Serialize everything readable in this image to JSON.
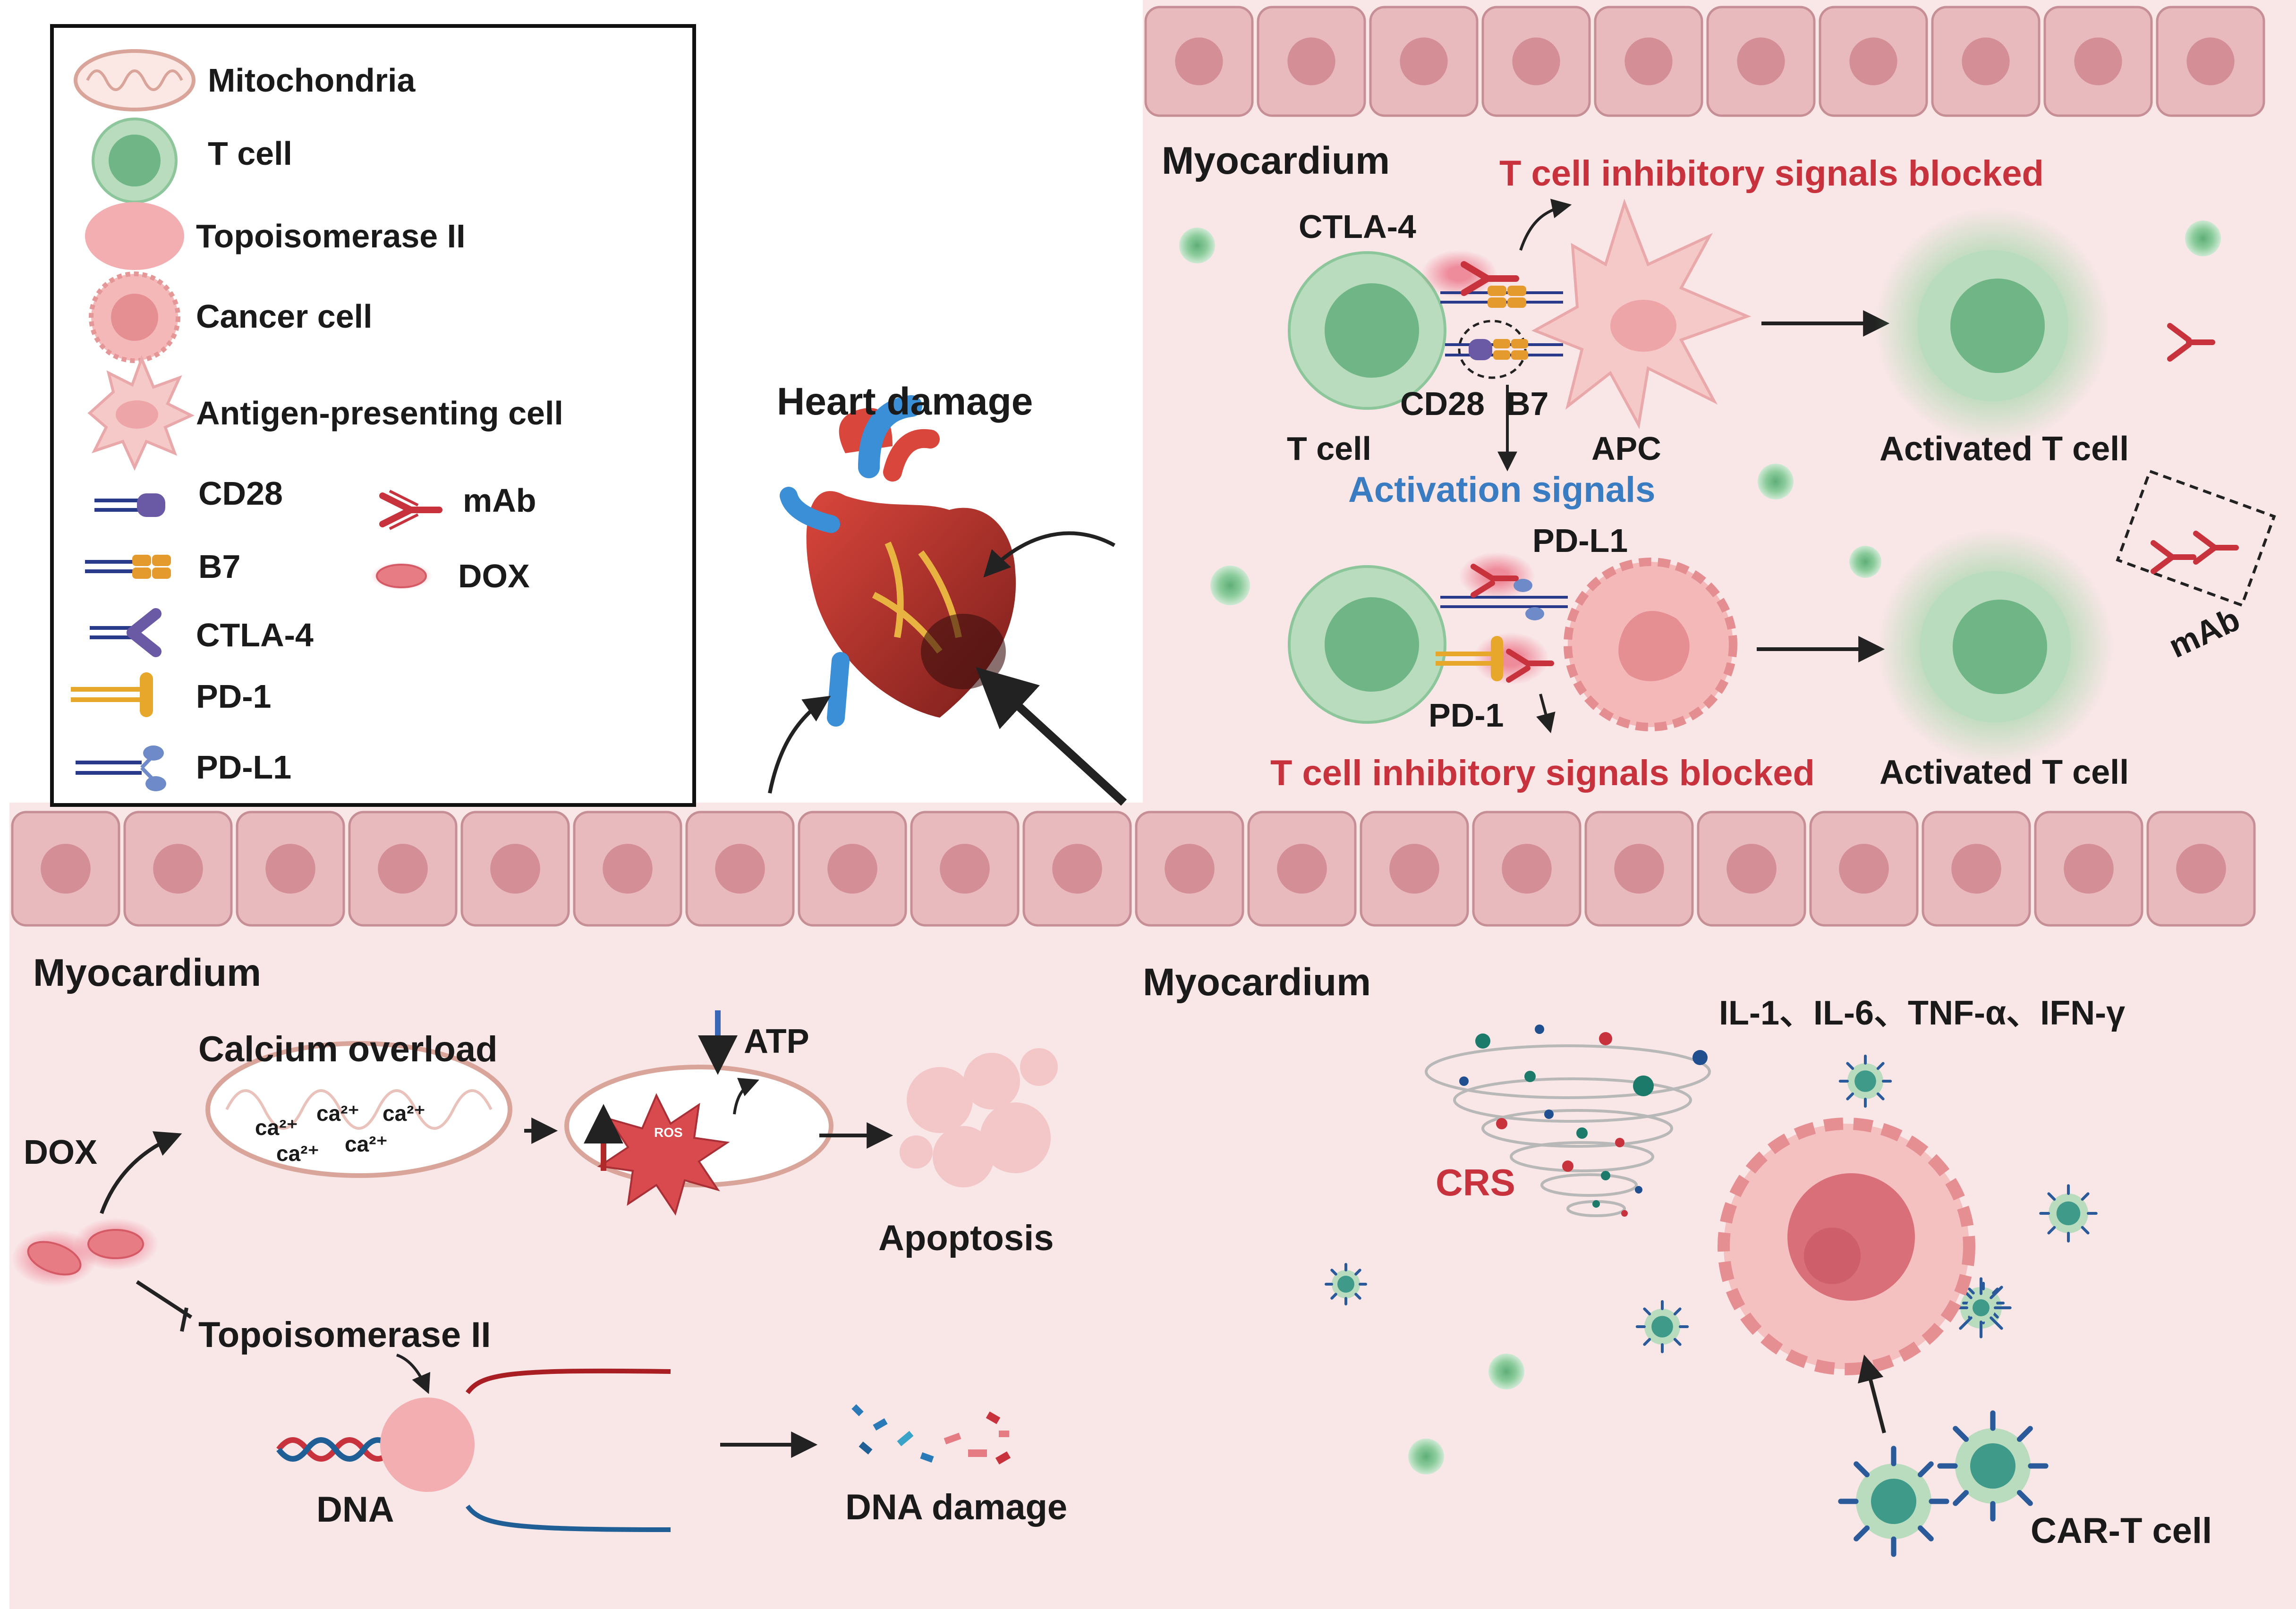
{
  "legend": {
    "items": [
      {
        "icon": "mitochondria-icon",
        "label": "Mitochondria"
      },
      {
        "icon": "t-cell-icon",
        "label": "T cell"
      },
      {
        "icon": "topoisomerase-ii-icon",
        "label": "Topoisomerase II"
      },
      {
        "icon": "cancer-cell-icon",
        "label": "Cancer cell"
      },
      {
        "icon": "antigen-presenting-cell-icon",
        "label": "Antigen-presenting cell"
      },
      {
        "icon": "cd28-icon",
        "label": "CD28"
      },
      {
        "icon": "b7-icon",
        "label": "B7"
      },
      {
        "icon": "ctla4-icon",
        "label": "CTLA-4"
      },
      {
        "icon": "pd1-icon",
        "label": "PD-1"
      },
      {
        "icon": "pdl1-icon",
        "label": "PD-L1"
      },
      {
        "icon": "mab-icon",
        "label": "mAb"
      },
      {
        "icon": "dox-icon",
        "label": "DOX"
      }
    ]
  },
  "center": {
    "title": "Heart damage"
  },
  "top_right": {
    "myocardium": "Myocardium",
    "inhibitory_blocked_top": "T cell inhibitory signals blocked",
    "ctla4": "CTLA-4",
    "cd28": "CD28",
    "b7": "B7",
    "t_cell": "T cell",
    "apc": "APC",
    "activation_signals": "Activation signals",
    "activated_t_cell_1": "Activated T cell",
    "pdl1": "PD-L1",
    "pd1": "PD-1",
    "inhibitory_blocked_bottom": "T cell inhibitory signals blocked",
    "activated_t_cell_2": "Activated T cell",
    "mab": "mAb"
  },
  "bottom_left": {
    "myocardium": "Myocardium",
    "dox": "DOX",
    "calcium_overload": "Calcium overload",
    "ca_ions": [
      "ca²⁺",
      "ca²⁺",
      "ca²⁺",
      "ca²⁺",
      "ca²⁺"
    ],
    "atp": "ATP",
    "ros": "ROS",
    "apoptosis": "Apoptosis",
    "topoisomerase": "Topoisomerase II",
    "dna": "DNA",
    "dna_damage": "DNA damage"
  },
  "bottom_right": {
    "myocardium": "Myocardium",
    "cytokines": "IL-1、IL-6、TNF-α、IFN-γ",
    "crs": "CRS",
    "car_t": "CAR-T cell"
  },
  "colors": {
    "panel_bg": "#f9e6e7",
    "cell_wall": "#e8b9bd",
    "nucleus": "#d48f96",
    "t_cell_outer": "#b8dcbd",
    "t_cell_inner": "#6fb585",
    "inhibit_red": "#c8323c",
    "activation_blue": "#3a7cc2"
  }
}
